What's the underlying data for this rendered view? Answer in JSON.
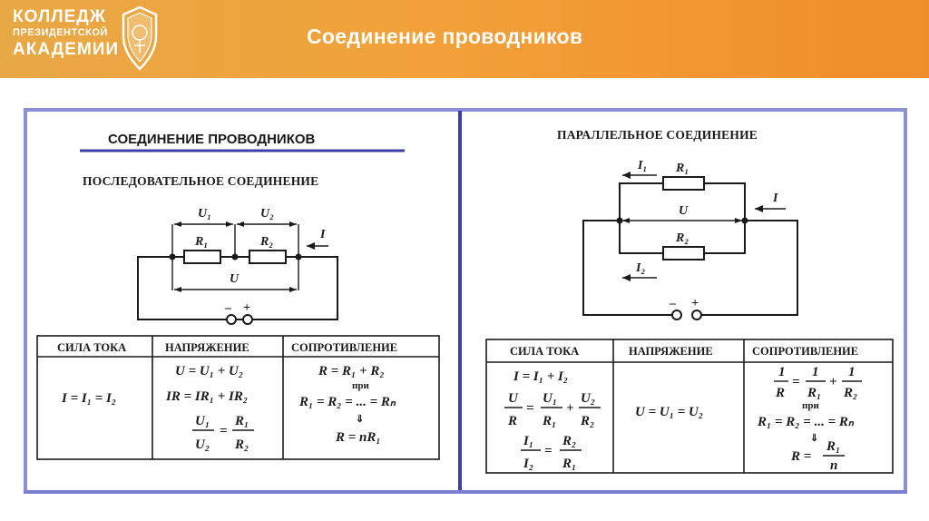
{
  "header": {
    "logo_line1": "КОЛЛЕДЖ",
    "logo_line2": "ПРЕЗИДЕНТСКОЙ",
    "logo_line3": "АКАДЕМИИ",
    "title": "Соединение проводников"
  },
  "colors": {
    "header_gradient": [
      "#e8a845",
      "#f2a13a",
      "#ef8d2a"
    ],
    "card_border": "#8b8fd6",
    "divider": "#3d3fa8"
  },
  "left": {
    "heading": "СОЕДИНЕНИЕ ПРОВОДНИКОВ",
    "subheading": "ПОСЛЕДОВАТЕЛЬНОЕ СОЕДИНЕНИЕ",
    "circuit": {
      "u1": "U₁",
      "u2": "U₂",
      "r1": "R₁",
      "r2": "R₂",
      "i": "I",
      "u": "U",
      "minus": "–",
      "plus": "+"
    },
    "table": {
      "headers": [
        "СИЛА ТОКА",
        "НАПРЯЖЕНИЕ",
        "СОПРОТИВЛЕНИЕ"
      ],
      "current": "I = I₁ = I₂",
      "voltage": [
        "U = U₁ + U₂",
        "IR = IR₁ + IR₂"
      ],
      "voltage_frac": {
        "ln": "U₁",
        "ld": "U₂",
        "rn": "R₁",
        "rd": "R₂"
      },
      "resistance": [
        "R = R₁ + R₂",
        "при",
        "R₁ = R₂ = ... = Rₙ",
        "⇓",
        "R = nR₁"
      ]
    }
  },
  "right": {
    "heading": "ПАРАЛЛЕЛЬНОЕ СОЕДИНЕНИЕ",
    "circuit": {
      "i1": "I₁",
      "i2": "I₂",
      "r1": "R₁",
      "r2": "R₂",
      "i": "I",
      "u": "U",
      "minus": "–",
      "plus": "+"
    },
    "table": {
      "headers": [
        "СИЛА ТОКА",
        "НАПРЯЖЕНИЕ",
        "СОПРОТИВЛЕНИЕ"
      ],
      "current_line": "I = I₁ + I₂",
      "current_frac1": {
        "a_n": "U",
        "a_d": "R",
        "b_n": "U₁",
        "b_d": "R₁",
        "c_n": "U₂",
        "c_d": "R₂"
      },
      "current_frac2": {
        "a_n": "I₁",
        "a_d": "I₂",
        "b_n": "R₂",
        "b_d": "R₁"
      },
      "voltage": "U = U₁ = U₂",
      "resistance_frac": {
        "a_n": "1",
        "a_d": "R",
        "b_n": "1",
        "b_d": "R₁",
        "c_n": "1",
        "c_d": "R₂"
      },
      "resistance_mid": [
        "при",
        "R₁ = R₂ = ... = Rₙ",
        "⇓"
      ],
      "resistance_last": {
        "lhs": "R =",
        "n": "R₁",
        "d": "n"
      }
    }
  }
}
